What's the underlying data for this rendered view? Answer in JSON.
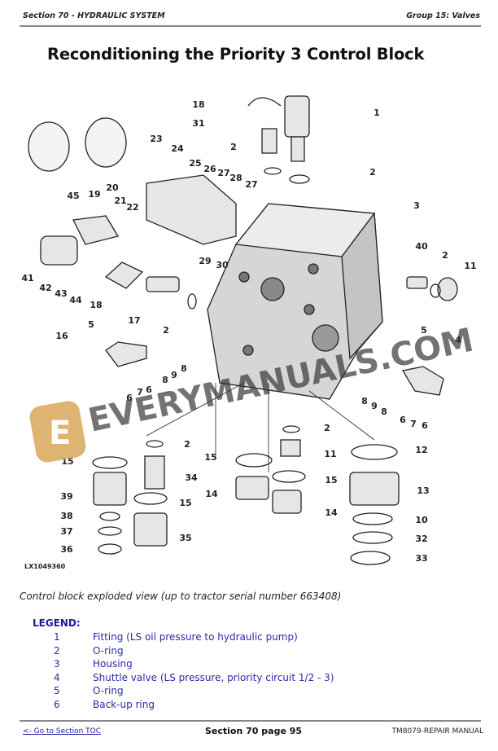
{
  "header": {
    "section": "Section 70 - HYDRAULIC SYSTEM",
    "group": "Group 15: Valves"
  },
  "title": "Reconditioning the Priority 3 Control Block",
  "diagram": {
    "figure_id": "LX1049360",
    "watermark": "EVERYMANUALS.COM",
    "callouts": [
      "18",
      "1",
      "31",
      "2",
      "23",
      "24",
      "2",
      "25",
      "26",
      "27",
      "28",
      "27",
      "45",
      "19",
      "20",
      "21",
      "22",
      "3",
      "29",
      "30",
      "40",
      "2",
      "11",
      "41",
      "42",
      "43",
      "44",
      "18",
      "17",
      "2",
      "5",
      "16",
      "5",
      "4",
      "8",
      "9",
      "8",
      "6",
      "7",
      "6",
      "8",
      "9",
      "8",
      "6",
      "7",
      "6",
      "2",
      "2",
      "15",
      "11",
      "12",
      "15",
      "34",
      "15",
      "39",
      "15",
      "13",
      "14",
      "14",
      "38",
      "10",
      "37",
      "35",
      "32",
      "36",
      "33"
    ]
  },
  "caption": "Control block exploded view (up to tractor serial number 663408)",
  "legend": {
    "title": "LEGEND:",
    "items": [
      {
        "num": "1",
        "text": "Fitting (LS oil pressure to hydraulic pump)"
      },
      {
        "num": "2",
        "text": "O-ring"
      },
      {
        "num": "3",
        "text": "Housing"
      },
      {
        "num": "4",
        "text": "Shuttle valve (LS pressure, priority circuit 1/2 - 3)"
      },
      {
        "num": "5",
        "text": "O-ring"
      },
      {
        "num": "6",
        "text": "Back-up ring"
      }
    ]
  },
  "footer": {
    "toc_link": "<- Go to Section TOC",
    "page": "Section 70 page 95",
    "manual": "TM8079-REPAIR MANUAL"
  }
}
